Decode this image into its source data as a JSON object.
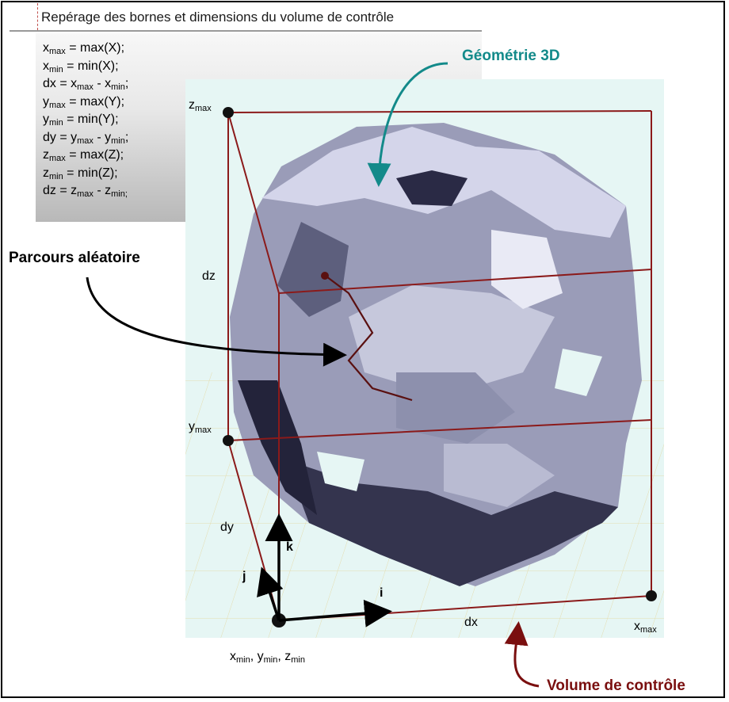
{
  "title": "Repérage des bornes et dimensions du volume de contrôle",
  "code_lines": [
    {
      "a": "x",
      "as": "max",
      "b": " = max(X);",
      "c": "",
      "cs": "",
      "d": "",
      "ds": "",
      "e": ""
    },
    {
      "a": "x",
      "as": "min",
      "b": " = min(X);",
      "c": "",
      "cs": "",
      "d": "",
      "ds": "",
      "e": ""
    },
    {
      "a": "dx = x",
      "as": "max",
      "b": " - x",
      "c": "",
      "cs": "",
      "d": "",
      "ds": "min",
      "e": ";"
    },
    {
      "a": "y",
      "as": "max",
      "b": " = max(Y);",
      "c": "",
      "cs": "",
      "d": "",
      "ds": "",
      "e": ""
    },
    {
      "a": "y",
      "as": "min",
      "b": " = min(Y);",
      "c": "",
      "cs": "",
      "d": "",
      "ds": "",
      "e": ""
    },
    {
      "a": "dy = y",
      "as": "max",
      "b": " - y",
      "c": "",
      "cs": "",
      "d": "",
      "ds": "min",
      "e": ";"
    },
    {
      "a": "z",
      "as": "max",
      "b": " = max(Z);",
      "c": "",
      "cs": "",
      "d": "",
      "ds": "",
      "e": ""
    },
    {
      "a": "z",
      "as": "min",
      "b": " = min(Z);",
      "c": "",
      "cs": "",
      "d": "",
      "ds": "",
      "e": ""
    },
    {
      "a": "dz = z",
      "as": "max",
      "b": " - z",
      "c": "",
      "cs": "",
      "d": "",
      "ds": "min;",
      "e": ""
    }
  ],
  "labels": {
    "geometry": "Géométrie 3D",
    "random_path": "Parcours aléatoire",
    "control_volume": "Volume de contrôle",
    "zmax": {
      "base": "z",
      "sub": "max"
    },
    "ymax": {
      "base": "y",
      "sub": "max"
    },
    "xmax": {
      "base": "x",
      "sub": "max"
    },
    "dz": "dz",
    "dy": "dy",
    "dx": "dx",
    "k": "k",
    "j": "j",
    "i": "i",
    "origin": {
      "x": "x",
      "xs": "min",
      "sep1": ", y",
      "ys": "min",
      "sep2": ", z",
      "zs": "min"
    }
  },
  "colors": {
    "box_edge": "#8b1a1a",
    "geometry_annotation": "#138a8a",
    "control_volume_annotation": "#7a0f0f",
    "background_scene": "#e6f6f4",
    "mesh_light": "#c8cbe0",
    "mesh_dark": "#2a2a45"
  }
}
